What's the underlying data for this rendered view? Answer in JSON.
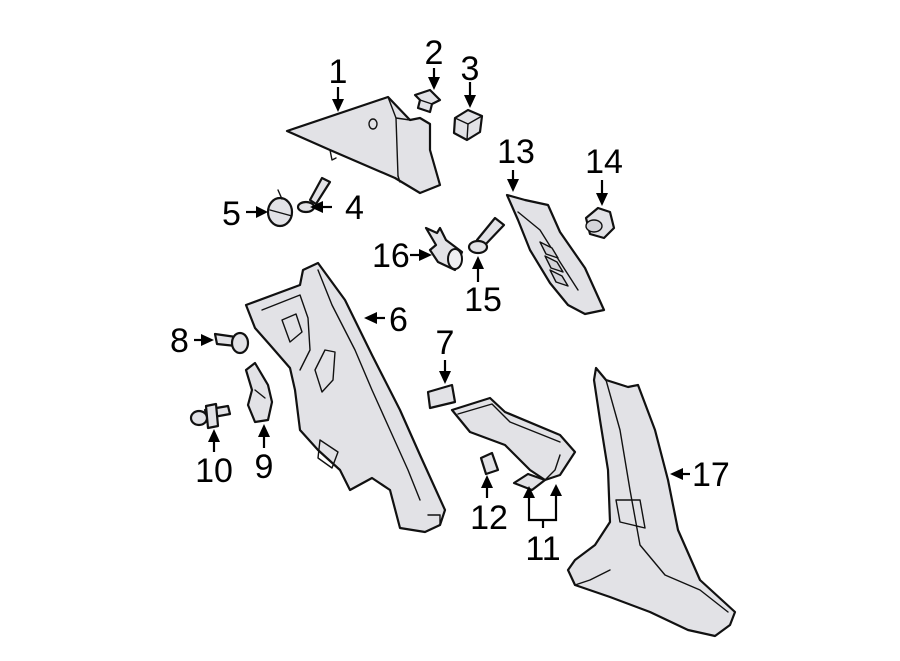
{
  "callouts": {
    "c1": "1",
    "c2": "2",
    "c3": "3",
    "c4": "4",
    "c5": "5",
    "c6": "6",
    "c7": "7",
    "c8": "8",
    "c9": "9",
    "c10": "10",
    "c11": "11",
    "c12": "12",
    "c13": "13",
    "c14": "14",
    "c15": "15",
    "c16": "16",
    "c17": "17"
  },
  "colors": {
    "part_fill": "#e2e2e6",
    "line": "#111111",
    "background": "#ffffff"
  }
}
